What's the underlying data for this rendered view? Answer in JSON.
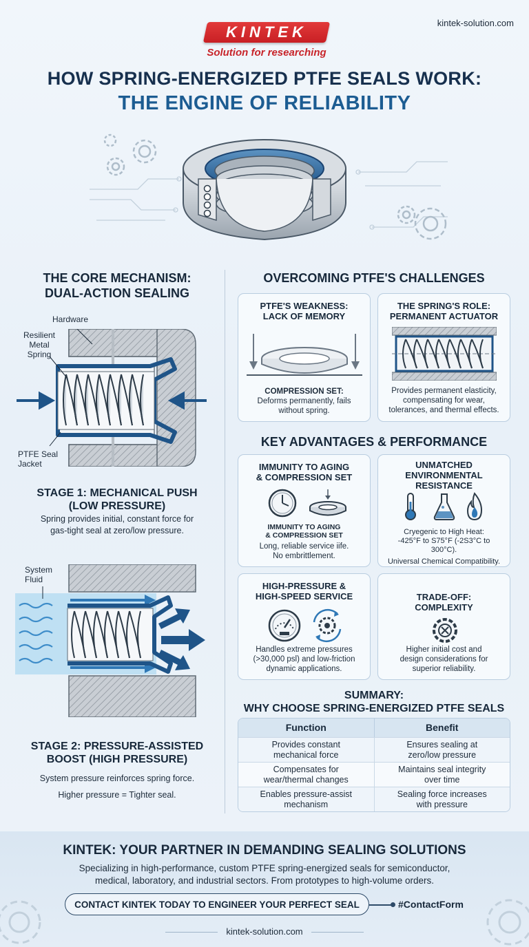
{
  "brand": {
    "logo": "KINTEK",
    "tagline": "Solution for researching",
    "website": "kintek-solution.com"
  },
  "header": {
    "title_line1": "HOW SPRING-ENERGIZED PTFE SEALS WORK:",
    "title_line2": "THE ENGINE OF RELIABILITY"
  },
  "mechanism": {
    "heading_line1": "THE CORE MECHANISM:",
    "heading_line2": "DUAL-ACTION SEALING",
    "labels": {
      "hardware": "Hardware",
      "spring_1": "Resilient",
      "spring_2": "Metal",
      "spring_3": "Spring",
      "jacket_1": "PTFE Seal",
      "jacket_2": "Jacket",
      "fluid_1": "System",
      "fluid_2": "Fluid"
    },
    "stage1": {
      "title_line1": "STAGE 1: MECHANICAL PUSH",
      "title_line2": "(LOW PRESSURE)",
      "text_line1": "Spring provides initial, constant force for",
      "text_line2": "gas-tight seal at zero/low pressure."
    },
    "stage2": {
      "title_line1": "STAGE 2: PRESSURE-ASSISTED",
      "title_line2": "BOOST (HIGH PRESSURE)",
      "text_line1": "System pressure reinforces spring force.",
      "text_line2": "Higher pressure = Tighter seal."
    }
  },
  "challenges": {
    "heading": "OVERCOMING PTFE'S CHALLENGES",
    "weakness": {
      "title_line1": "PTFE'S WEAKNESS:",
      "title_line2": "LACK OF MEMORY",
      "caption": "COMPRESSION SET:",
      "text_line1": "Deforms permanently, fails",
      "text_line2": "without spring."
    },
    "spring_role": {
      "title_line1": "THE SPRING'S ROLE:",
      "title_line2": "PERMANENT ACTUATOR",
      "text_line1": "Provides permanent elasticity,",
      "text_line2": "compensating for wear,",
      "text_line3": "tolerances, and thermal effects."
    }
  },
  "advantages": {
    "heading": "KEY ADVANTAGES & PERFORMANCE",
    "aging": {
      "title_line1": "IMMUNITY TO AGING",
      "title_line2": "& COMPRESSION SET",
      "caption_line1": "IMMUNITY TO AGING",
      "caption_line2": "& COMPRESSION SET",
      "text_line1": "Long, reliable service iife.",
      "text_line2": "No embrittlement."
    },
    "environment": {
      "title_line1": "UNMATCHED",
      "title_line2": "ENVIRONMENTAL",
      "title_line3": "RESISTANCE",
      "text_line1": "Cryegenic to High Heat:",
      "text_line2": "-425°F to S75°F (-2S3°C to",
      "text_line3": "300°C).",
      "text_line4": "Universal Chemical Compatibility."
    },
    "pressure": {
      "title_line1": "HIGH-PRESSURE &",
      "title_line2": "HIGH-SPEED SERVICE",
      "text_line1": "Handles extreme pressures",
      "text_line2": "(>30,000 psl) and low-friction",
      "text_line3": "dynamic applications."
    },
    "tradeoff": {
      "title_line1": "TRADE-OFF:",
      "title_line2": "COMPLEXITY",
      "text_line1": "Higher initial cost and",
      "text_line2": "design considerations for",
      "text_line3": "superior reliability."
    }
  },
  "summary": {
    "heading_line1": "SUMMARY:",
    "heading_line2": "WHY CHOOSE SPRING-ENERGIZED PTFE SEALS",
    "col_function": "Function",
    "col_benefit": "Benefit",
    "rows": [
      {
        "f1": "Provides constant",
        "f2": "mechanical force",
        "b1": "Ensures sealing at",
        "b2": "zero/low pressure"
      },
      {
        "f1": "Compensates for",
        "f2": "wear/thermal changes",
        "b1": "Maintains seal integrity",
        "b2": "over time"
      },
      {
        "f1": "Enables pressure-assist",
        "f2": "mechanism",
        "b1": "Sealing force increases",
        "b2": "with pressure"
      }
    ]
  },
  "footer": {
    "title": "KINTEK: YOUR PARTNER IN DEMANDING SEALING SOLUTIONS",
    "text_line1": "Specializing in high-performance, custom PTFE spring-energized seals for semiconductor,",
    "text_line2": "medical, laboratory, and industrial sectors. From prototypes to high-volume orders.",
    "cta": "CONTACT KINTEK TODAY TO ENGINEER YOUR PERFECT SEAL",
    "hashtag": "#ContactForm",
    "website": "kintek-solution.com"
  },
  "colors": {
    "accent": "#1c5c92",
    "brand_red": "#c8242a",
    "ink": "#17283a",
    "card_border": "#b9cde0"
  },
  "icons": [
    "gear-icon",
    "clock-icon",
    "ring-icon",
    "thermometer-icon",
    "flask-icon",
    "flame-icon",
    "pressure-gauge-icon",
    "rotating-gear-icon",
    "complex-gear-icon",
    "seal-hero-illustration"
  ]
}
